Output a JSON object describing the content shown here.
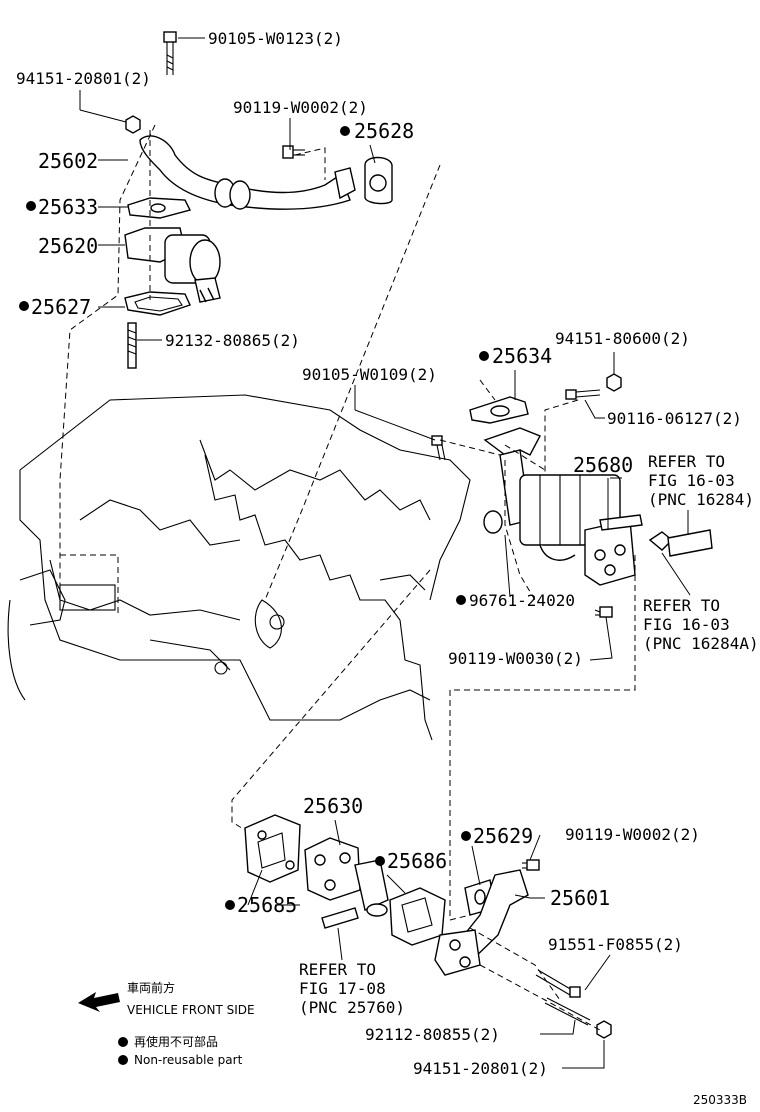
{
  "labels": {
    "p90105_w0123": "90105-W0123(2)",
    "p94151_20801_top": "94151-20801(2)",
    "p90119_w0002_top": "90119-W0002(2)",
    "p25628": "25628",
    "p25602": "25602",
    "p25633": "25633",
    "p25620": "25620",
    "p25627": "25627",
    "p92132_80865": "92132-80865(2)",
    "p94151_80600": "94151-80600(2)",
    "p25634": "25634",
    "p90105_w0109": "90105-W0109(2)",
    "p90116_06127": "90116-06127(2)",
    "p25680": "25680",
    "p96761_24020": "96761-24020",
    "p90119_w0030": "90119-W0030(2)",
    "p25630": "25630",
    "p25629": "25629",
    "p90119_w0002_bot": "90119-W0002(2)",
    "p25686": "25686",
    "p25685": "25685",
    "p25601": "25601",
    "p91551_f0855": "91551-F0855(2)",
    "p92112_80855": "92112-80855(2)",
    "p94151_20801_bot": "94151-20801(2)"
  },
  "references": {
    "ref1": [
      "REFER TO",
      "FIG 16-03",
      "(PNC 16284)"
    ],
    "ref2": [
      "REFER TO",
      "FIG 16-03",
      "(PNC 16284A)"
    ],
    "ref3": [
      "REFER TO",
      "FIG 17-08",
      "(PNC 25760)"
    ]
  },
  "legend": {
    "front_jp": "車両前方",
    "front_en": "VEHICLE FRONT SIDE",
    "nonreuse_jp": "再使用不可部品",
    "nonreuse_en": "Non-reusable part"
  },
  "drawing_id": "250333B",
  "colors": {
    "ink": "#000000",
    "paper": "#ffffff"
  },
  "icons": {
    "front_arrow": "arrow-left-icon",
    "nonreuse_marker": "filled-dot-icon"
  }
}
